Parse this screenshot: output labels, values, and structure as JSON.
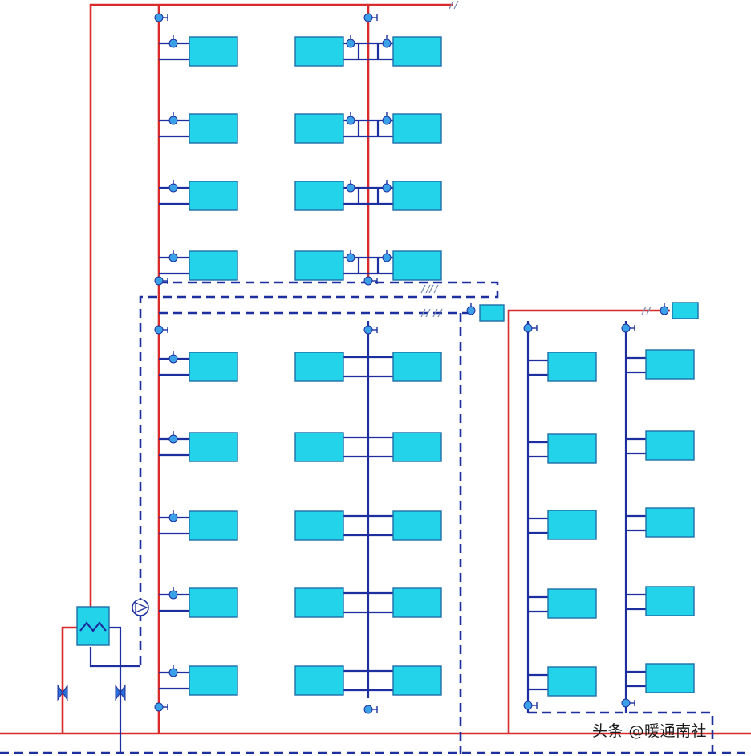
{
  "watermark": {
    "text": "头条 @暖通南社"
  },
  "colors": {
    "supply_pipe": "#d92b2b",
    "return_pipe": "#1d2f9e",
    "radiator_fill": "#22d3ea",
    "valve": "#3aa0e8"
  },
  "legend_icons": [
    "radiator-icon",
    "valve-icon",
    "pump-icon",
    "heat-exchanger-icon",
    "gate-valve-icon",
    "expansion-tank-icon",
    "pipe-break-icon"
  ],
  "zones": [
    {
      "id": "upper-zone",
      "floors": 4,
      "risers": 2
    },
    {
      "id": "lower-zone",
      "floors": 5,
      "risers": 2
    },
    {
      "id": "right-zone",
      "floors": 5,
      "risers": 2
    }
  ]
}
